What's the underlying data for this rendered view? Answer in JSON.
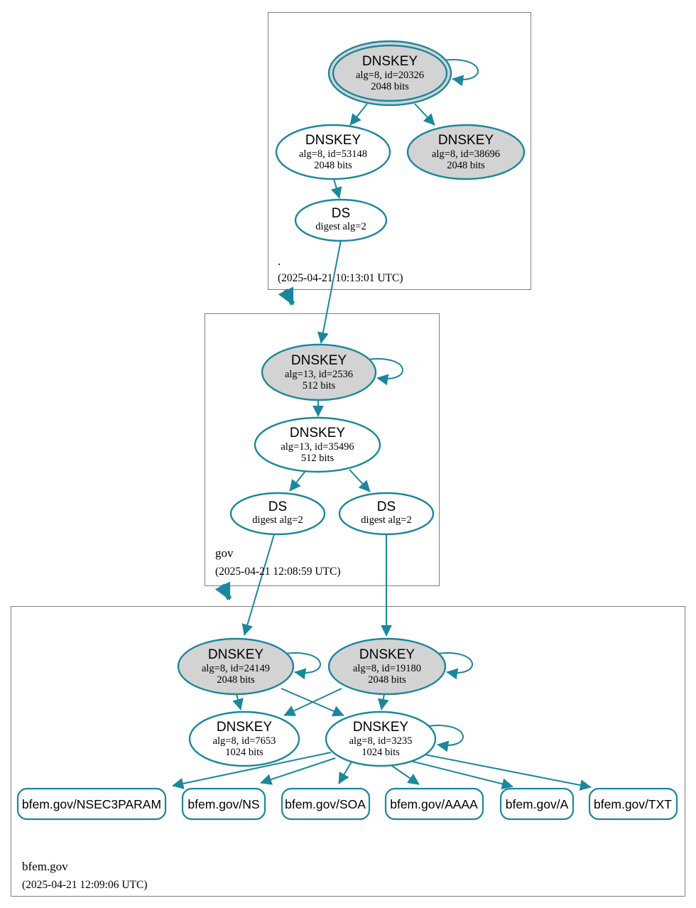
{
  "colors": {
    "edge_teal": "#1b879c",
    "ksk_fill_gray": "#d3d3d3",
    "node_fill_white": "#ffffff",
    "zone_box_border": "#7f7f7f"
  },
  "zones": {
    "root": {
      "label": ".",
      "timestamp": "(2025-04-21 10:13:01 UTC)"
    },
    "gov": {
      "label": "gov",
      "timestamp": "(2025-04-21 12:08:59 UTC)"
    },
    "bfem": {
      "label": "bfem.gov",
      "timestamp": "(2025-04-21 12:09:06 UTC)"
    }
  },
  "nodes": {
    "dnskey_20326": {
      "title": "DNSKEY",
      "alg": "alg=8, id=20326",
      "bits": "2048 bits"
    },
    "dnskey_53148": {
      "title": "DNSKEY",
      "alg": "alg=8, id=53148",
      "bits": "2048 bits"
    },
    "dnskey_38696": {
      "title": "DNSKEY",
      "alg": "alg=8, id=38696",
      "bits": "2048 bits"
    },
    "ds_root": {
      "title": "DS",
      "digest": "digest alg=2"
    },
    "dnskey_2536": {
      "title": "DNSKEY",
      "alg": "alg=13, id=2536",
      "bits": "512 bits"
    },
    "dnskey_35496": {
      "title": "DNSKEY",
      "alg": "alg=13, id=35496",
      "bits": "512 bits"
    },
    "ds_gov_1": {
      "title": "DS",
      "digest": "digest alg=2"
    },
    "ds_gov_2": {
      "title": "DS",
      "digest": "digest alg=2"
    },
    "dnskey_24149": {
      "title": "DNSKEY",
      "alg": "alg=8, id=24149",
      "bits": "2048 bits"
    },
    "dnskey_19180": {
      "title": "DNSKEY",
      "alg": "alg=8, id=19180",
      "bits": "2048 bits"
    },
    "dnskey_7653": {
      "title": "DNSKEY",
      "alg": "alg=8, id=7653",
      "bits": "1024 bits"
    },
    "dnskey_3235": {
      "title": "DNSKEY",
      "alg": "alg=8, id=3235",
      "bits": "1024 bits"
    }
  },
  "rrsets": {
    "nsec3param": {
      "label": "bfem.gov/NSEC3PARAM"
    },
    "ns": {
      "label": "bfem.gov/NS"
    },
    "soa": {
      "label": "bfem.gov/SOA"
    },
    "aaaa": {
      "label": "bfem.gov/AAAA"
    },
    "a": {
      "label": "bfem.gov/A"
    },
    "txt": {
      "label": "bfem.gov/TXT"
    }
  }
}
